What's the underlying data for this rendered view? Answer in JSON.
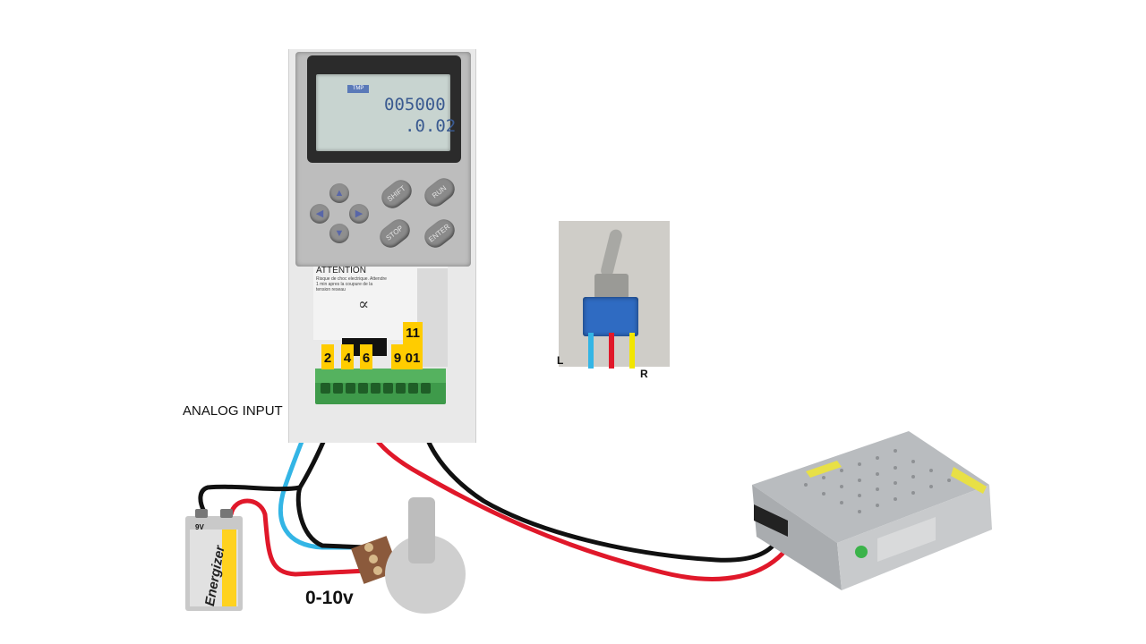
{
  "labels": {
    "analog_input": "ANALOG INPUT",
    "range": "0-10v"
  },
  "drive": {
    "lcd_badge": "TMP",
    "lcd_line1": "005000",
    "lcd_line2": ".0.02",
    "keys": {
      "shift": "SHIFT",
      "run": "RUN",
      "stop": "STOP",
      "enter": "ENTER"
    },
    "attention_title": "ATTENTION",
    "attention_text": "Risque de choc electrique. Attendre 1 min apres la coupure de la tension reseau",
    "terminal_tags": [
      "2",
      "4",
      "6",
      "9",
      "11",
      "01"
    ]
  },
  "switch": {
    "left_label": "L",
    "right_label": "R"
  },
  "battery": {
    "voltage": "9V",
    "brand": "Energizer"
  },
  "wires": {
    "cyan": "#33b5e5",
    "black": "#111111",
    "red": "#e0182a",
    "yellow": "#f2e600"
  },
  "colors": {
    "terminal_green": "#3e9a4a",
    "tag_yellow": "#ffcc00"
  }
}
